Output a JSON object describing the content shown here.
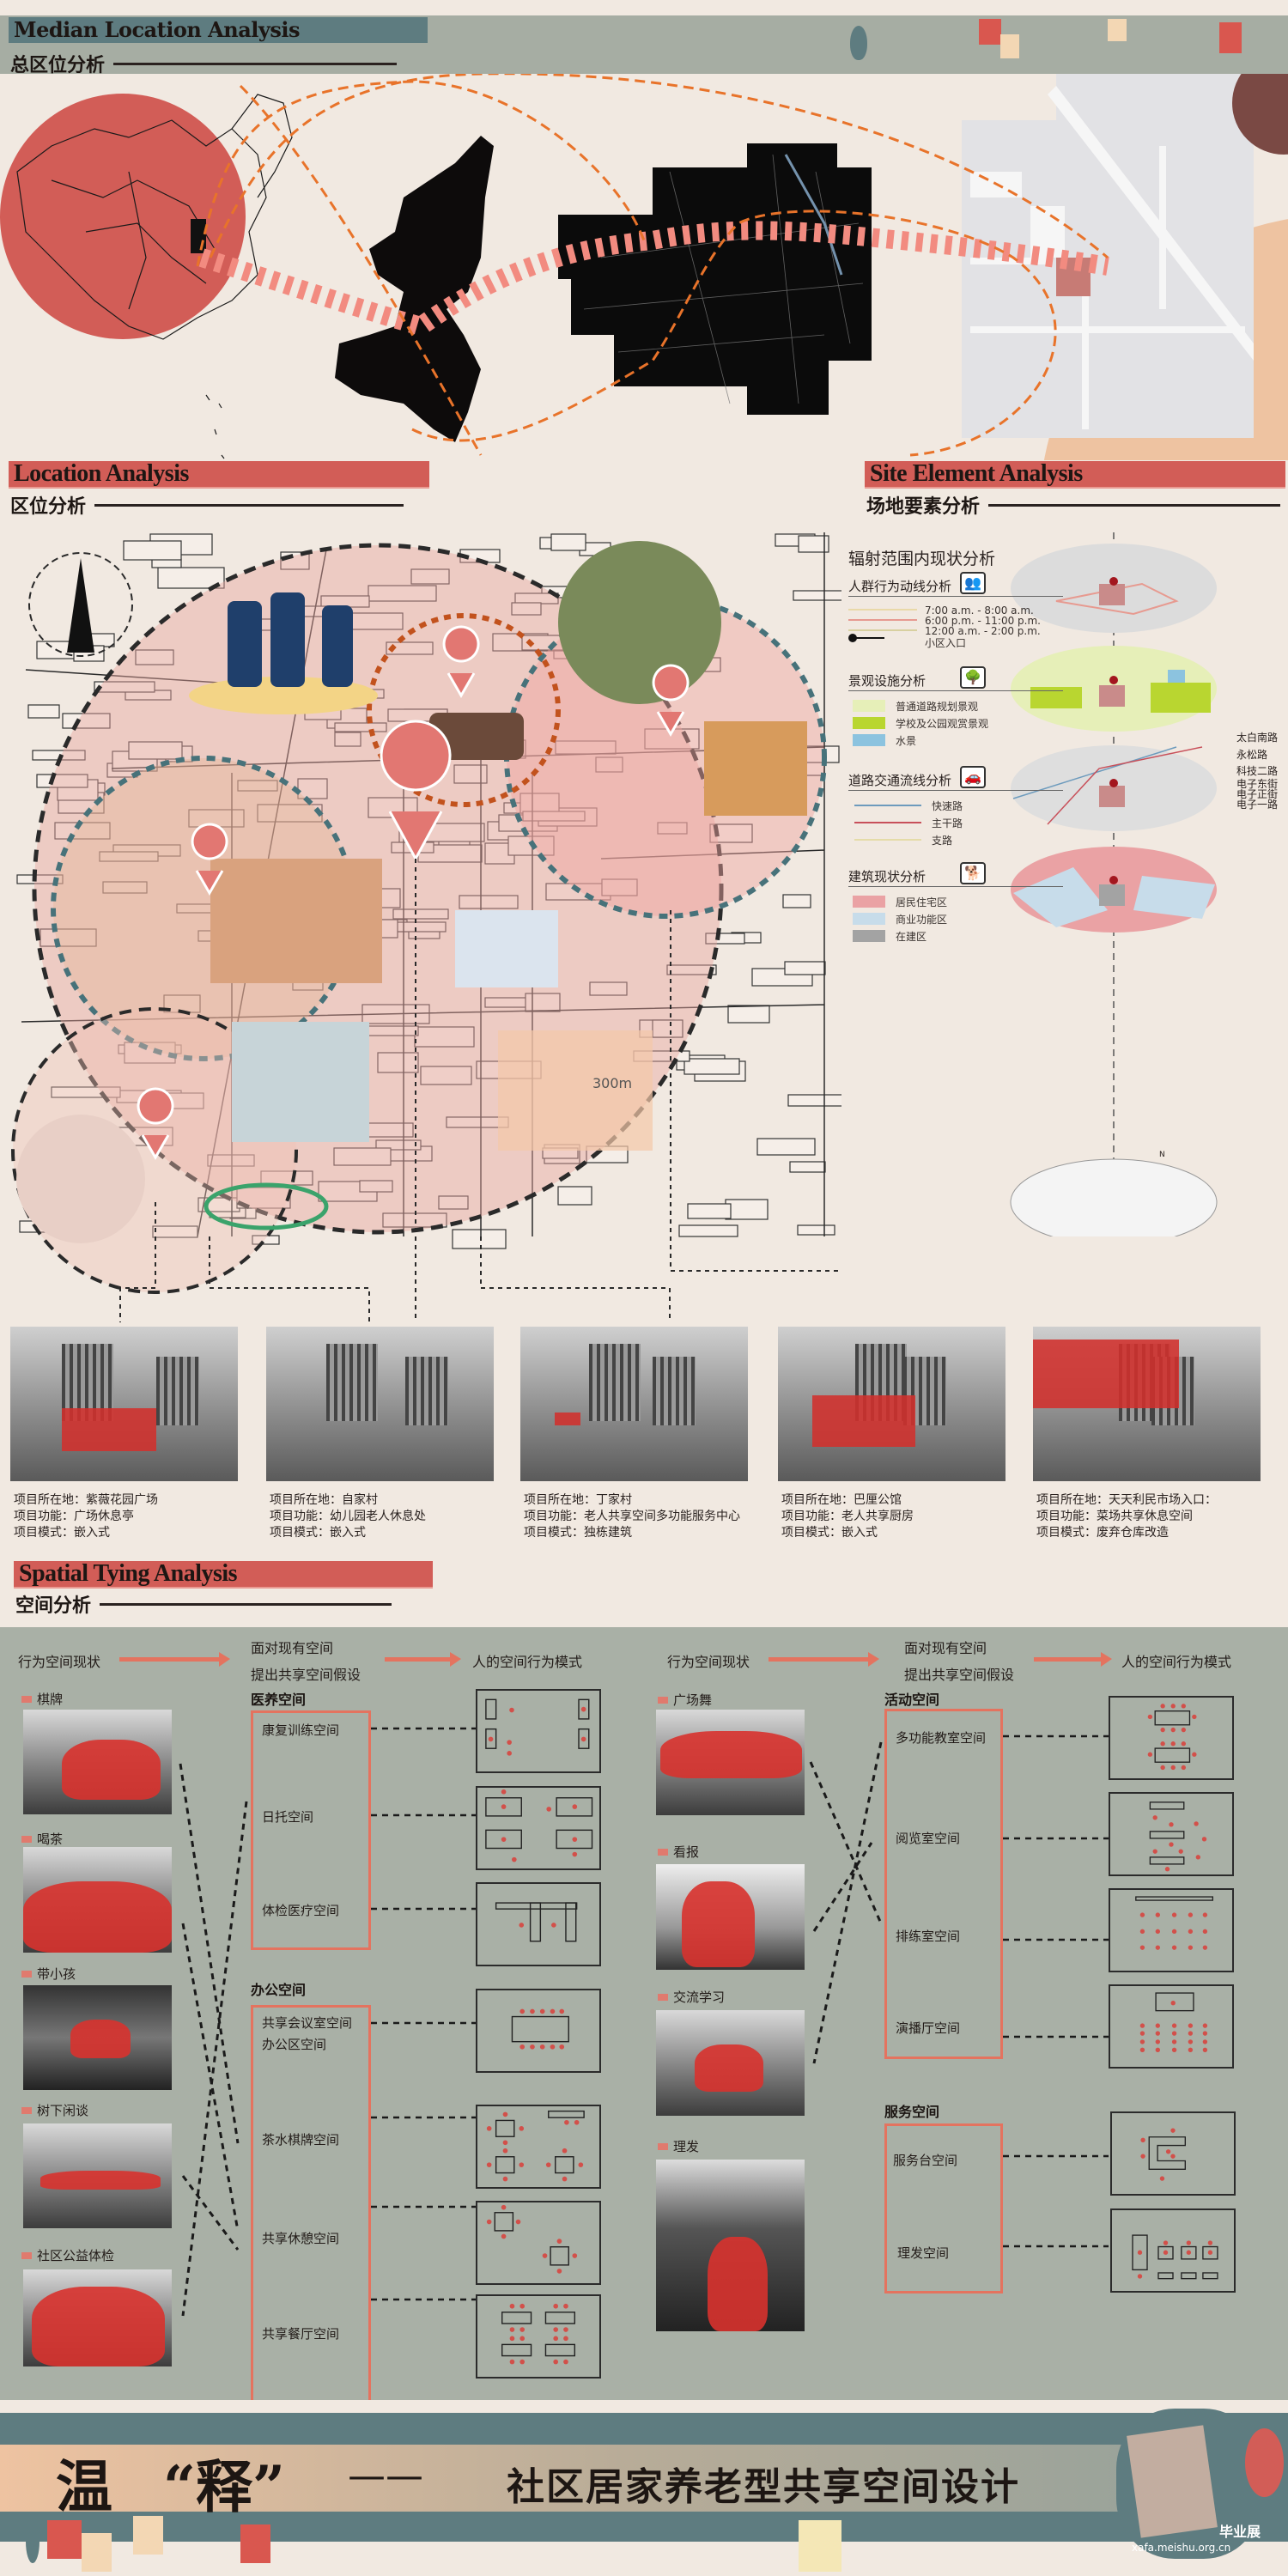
{
  "median_location": {
    "title_en": "Median Location Analysis",
    "title_cn": "总区位分析"
  },
  "location": {
    "title_en": "Location Analysis",
    "title_cn": "区位分析",
    "distance_label": "300m"
  },
  "site_element": {
    "title_en": "Site Element Analysis",
    "title_cn": "场地要素分析",
    "heading": "辐射范围内现状分析",
    "layers": [
      {
        "title": "人群行为动线分析",
        "icon": "crowd-icon",
        "legend": [
          {
            "label": "7:00 a.m. - 8:00 a.m.",
            "color": "#e9d9a8"
          },
          {
            "label": "6:00 p.m. - 11:00 p.m.",
            "color": "#e79a90"
          },
          {
            "label": "12:00 a.m. - 2:00 p.m.",
            "color": "#d8d0a0"
          },
          {
            "label": "小区入口",
            "color": "#111111"
          }
        ]
      },
      {
        "title": "景观设施分析",
        "icon": "tree-bench-icon",
        "legend": [
          {
            "label": "普通道路规划景观",
            "color": "#e6efb8"
          },
          {
            "label": "学校及公园观赏景观",
            "color": "#b9d630"
          },
          {
            "label": "水景",
            "color": "#8cc3df"
          }
        ]
      },
      {
        "title": "道路交通流线分析",
        "icon": "car-icon",
        "legend": [
          {
            "label": "快速路",
            "color": "#6d9bbd"
          },
          {
            "label": "主干路",
            "color": "#c8505a"
          },
          {
            "label": "支路",
            "color": "#e5dca8"
          }
        ]
      },
      {
        "title": "建筑现状分析",
        "icon": "tree-dog-icon",
        "legend": [
          {
            "label": "居民住宅区",
            "color": "#eaa2a4"
          },
          {
            "label": "商业功能区",
            "color": "#c7dcea"
          },
          {
            "label": "在建区",
            "color": "#a3a3a3"
          }
        ]
      }
    ],
    "roads": [
      "太白南路",
      "永松路",
      "科技二路",
      "电子东街",
      "电子正街",
      "电子一路"
    ],
    "compass": "N"
  },
  "projects": [
    {
      "location": "项目所在地：紫薇花园广场",
      "function": "项目功能：广场休息亭",
      "mode": "项目模式：嵌入式"
    },
    {
      "location": "项目所在地：自家村",
      "function": "项目功能：幼儿园老人休息处",
      "mode": "项目模式：嵌入式"
    },
    {
      "location": "项目所在地：丁家村",
      "function": "项目功能：老人共享空间多功能服务中心",
      "mode": "项目模式：独栋建筑"
    },
    {
      "location": "项目所在地：巴厘公馆",
      "function": "项目功能：老人共享厨房",
      "mode": "项目模式：嵌入式"
    },
    {
      "location": "项目所在地：天天利民市场入口：",
      "function": "项目功能：菜场共享休息空间",
      "mode": "项目模式：废弃仓库改造"
    }
  ],
  "spatial": {
    "title_en": "Spatial Tying Analysis",
    "title_cn": "空间分析",
    "flow": {
      "step1": "行为空间现状",
      "step2a": "面对现有空间",
      "step2b": "提出共享空间假设",
      "step3": "人的空间行为模式"
    },
    "left": {
      "behaviors": [
        "棋牌",
        "喝茶",
        "带小孩",
        "树下闲谈",
        "社区公益体检"
      ],
      "groups": [
        {
          "name": "医养空间",
          "items": [
            "康复训练空间",
            "日托空间",
            "体检医疗空间"
          ]
        },
        {
          "name": "办公空间",
          "items": [
            "共享会议室空间",
            "办公区空间",
            "茶水棋牌空间",
            "共享休憩空间",
            "共享餐厅空间"
          ]
        }
      ]
    },
    "right": {
      "behaviors": [
        "广场舞",
        "看报",
        "交流学习",
        "理发"
      ],
      "groups": [
        {
          "name": "活动空间",
          "items": [
            "多功能教室空间",
            "阅览室空间",
            "排练室空间",
            "演播厅空间"
          ]
        },
        {
          "name": "服务空间",
          "items": [
            "服务台空间",
            "理发空间"
          ]
        }
      ]
    }
  },
  "banner": {
    "title_char1": "温",
    "title_char2": "“释”",
    "dash": "——",
    "subtitle": "社区居家养老型共享空间设计",
    "logo_text": "毕业展",
    "logo_url": "xafa.meishu.org.cn"
  },
  "colors": {
    "cream": "#f1e9e1",
    "red": "#d25d57",
    "teal": "#5e7c80",
    "gray": "#a9b0a6",
    "peach": "#eec3a1",
    "orange_dash": "#e8732a"
  }
}
